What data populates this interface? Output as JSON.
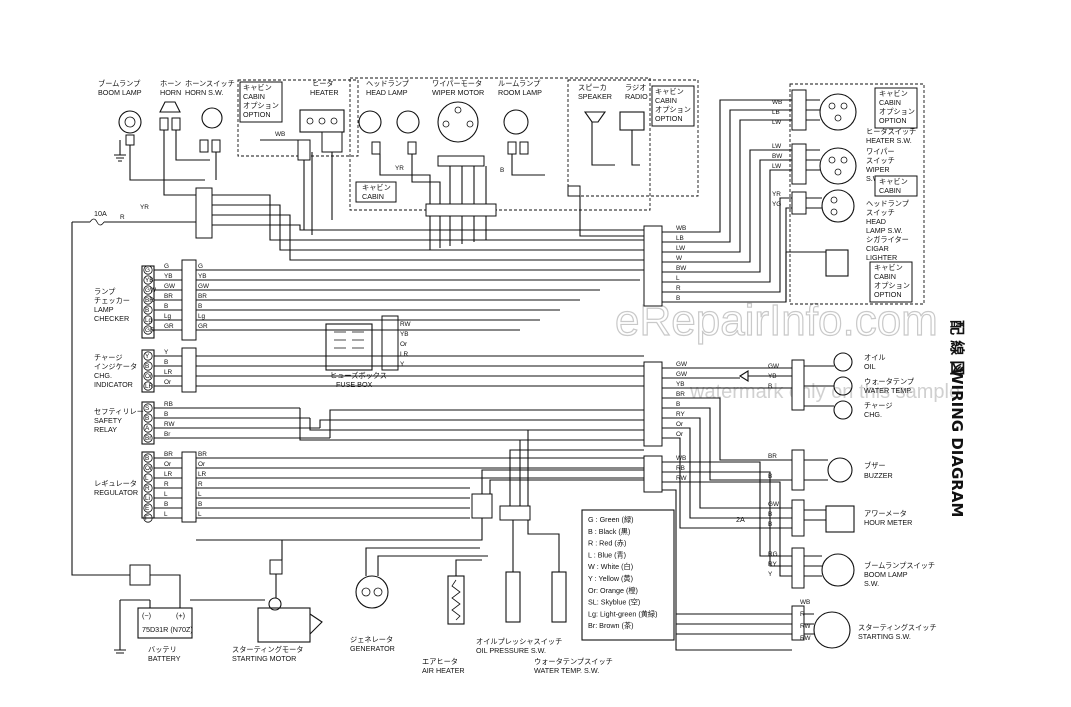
{
  "title": {
    "jp": "配 線 図",
    "en": "WIRING DIAGRAM"
  },
  "watermark": {
    "main": "eRepairInfo.com",
    "sub": "watermark only on this sample"
  },
  "components": {
    "boom_lamp": {
      "jp": "ブームランプ",
      "en": "BOOM LAMP"
    },
    "horn": {
      "jp": "ホーン",
      "en": "HORN"
    },
    "horn_sw": {
      "jp": "ホーンスイッチ",
      "en": "HORN S.W."
    },
    "heater": {
      "jp": "ヒータ",
      "en": "HEATER"
    },
    "head_lamp": {
      "jp": "ヘッドランプ",
      "en": "HEAD LAMP"
    },
    "wiper_motor": {
      "jp": "ワイパーモータ",
      "en": "WIPER MOTOR"
    },
    "room_lamp": {
      "jp": "ルームランプ",
      "en": "ROOM LAMP"
    },
    "speaker": {
      "jp": "スピーカ",
      "en": "SPEAKER"
    },
    "radio": {
      "jp": "ラジオ",
      "en": "RADIO"
    },
    "lamp_checker": {
      "jp": "ランプ",
      "jp2": "チェッカー",
      "en": "LAMP",
      "en2": "CHECKER"
    },
    "chg_indicator": {
      "jp": "チャージ",
      "jp2": "インジケータ",
      "en": "CHG.",
      "en2": "INDICATOR"
    },
    "safety_relay": {
      "jp": "セフティリレー",
      "en": "SAFETY",
      "en2": "RELAY"
    },
    "regulator": {
      "jp": "レギュレータ",
      "en": "REGULATOR"
    },
    "fuse_box": {
      "jp": "ヒューズボックス",
      "en": "FUSE BOX"
    },
    "heater_sw": {
      "jp": "ヒータスイッチ",
      "en": "HEATER S.W."
    },
    "wiper_sw": {
      "jp": "ワイパー",
      "jp2": "スイッチ",
      "en": "WIPER",
      "en2": "S.W."
    },
    "head_lamp_sw": {
      "jp": "ヘッドランプ",
      "jp2": "スイッチ",
      "en": "HEAD",
      "en2": "LAMP S.W."
    },
    "cigar_lighter": {
      "jp": "シガライター",
      "en": "CIGAR",
      "en2": "LIGHTER"
    },
    "oil": {
      "jp": "オイル",
      "en": "OIL"
    },
    "water_temp": {
      "jp": "ウォータテンプ",
      "en": "WATER TEMP."
    },
    "charge": {
      "jp": "チャージ",
      "en": "CHG."
    },
    "buzzer": {
      "jp": "ブザー",
      "en": "BUZZER"
    },
    "hour_meter": {
      "jp": "アワーメータ",
      "en": "HOUR METER"
    },
    "boom_lamp_sw": {
      "jp": "ブームランプスイッチ",
      "en": "BOOM LAMP",
      "en2": "S.W."
    },
    "starting_sw": {
      "jp": "スターティングスイッチ",
      "en": "STARTING S.W."
    },
    "battery": {
      "jp": "バッテリ",
      "en": "BATTERY",
      "model": "75D31R (N70Z)"
    },
    "starting_motor": {
      "jp": "スターティングモータ",
      "en": "STARTING MOTOR"
    },
    "generator": {
      "jp": "ジェネレータ",
      "en": "GENERATOR"
    },
    "air_heater": {
      "jp": "エアヒータ",
      "en": "AIR HEATER"
    },
    "oil_pressure_sw": {
      "jp": "オイルプレッシャスイッチ",
      "en": "OIL PRESSURE S.W."
    },
    "water_temp_sw": {
      "jp": "ウォータテンプスイッチ",
      "en": "WATER TEMP. S.W."
    }
  },
  "option_boxes": {
    "heater_cab": [
      "キャビン",
      "CABIN",
      "オプション",
      "OPTION"
    ],
    "cabin_small": [
      "キャビン",
      "CABIN"
    ],
    "radio_cab": [
      "キャビン",
      "CABIN",
      "オプション",
      "OPTION"
    ],
    "right_cab1": [
      "キャビン",
      "CABIN",
      "オプション",
      "OPTION"
    ],
    "right_cab2": [
      "キャビン",
      "CABIN"
    ],
    "cigar_cab": [
      "キャビン",
      "CABIN",
      "オプション",
      "OPTION"
    ]
  },
  "fuses": {
    "main": "10A",
    "hour": "2A"
  },
  "battery_terms": {
    "neg": "(−)",
    "pos": "(+)"
  },
  "legend": [
    "G : Green (緑)",
    "B : Black (黒)",
    "R : Red (赤)",
    "L : Blue (青)",
    "W : White (白)",
    "Y : Yellow (黄)",
    "Or: Orange (橙)",
    "SL: Skyblue (空)",
    "Lg: Light-green (黄緑)",
    "Br: Brown (茶)"
  ],
  "wire_codes": {
    "left_panel": [
      "G",
      "YB",
      "GW",
      "BR",
      "B",
      "Lg",
      "GR"
    ],
    "chg_panel": [
      "Y",
      "B",
      "LR",
      "Or"
    ],
    "safety_panel": [
      "RB",
      "B",
      "RW",
      "Br"
    ],
    "reg_panel": [
      "BR",
      "Or",
      "LR",
      "R",
      "L",
      "B",
      "L"
    ],
    "right_top": [
      "WB",
      "LB",
      "LW",
      "W",
      "BW",
      "L",
      "R",
      "B"
    ],
    "right_mid": [
      "GW",
      "GW",
      "YB",
      "BR",
      "B",
      "RY",
      "Or",
      "Or"
    ],
    "right_low": [
      "WB",
      "RB",
      "RW"
    ],
    "cab_sw": [
      "WB",
      "LB",
      "LW",
      "LW",
      "BW",
      "LW",
      "YR",
      "YG"
    ],
    "indicators": [
      "GW",
      "YB",
      "B"
    ],
    "buzzer": [
      "BR",
      "B"
    ],
    "hour": [
      "GW",
      "B",
      "B"
    ],
    "boom": [
      "RG",
      "RY",
      "Y"
    ],
    "start": [
      "WB",
      "R",
      "RW",
      "RW"
    ]
  },
  "connector_pins": {
    "lamp_checker": [
      "G",
      "YB",
      "GW",
      "BR",
      "B",
      "Lg",
      "GR"
    ],
    "chg": [
      "Y",
      "B",
      "Or",
      "LR"
    ],
    "safety": [
      "S",
      "B",
      "A",
      "Br"
    ],
    "regulator": [
      "B",
      "Or",
      "L",
      "R",
      "Li",
      "E",
      "F"
    ]
  }
}
